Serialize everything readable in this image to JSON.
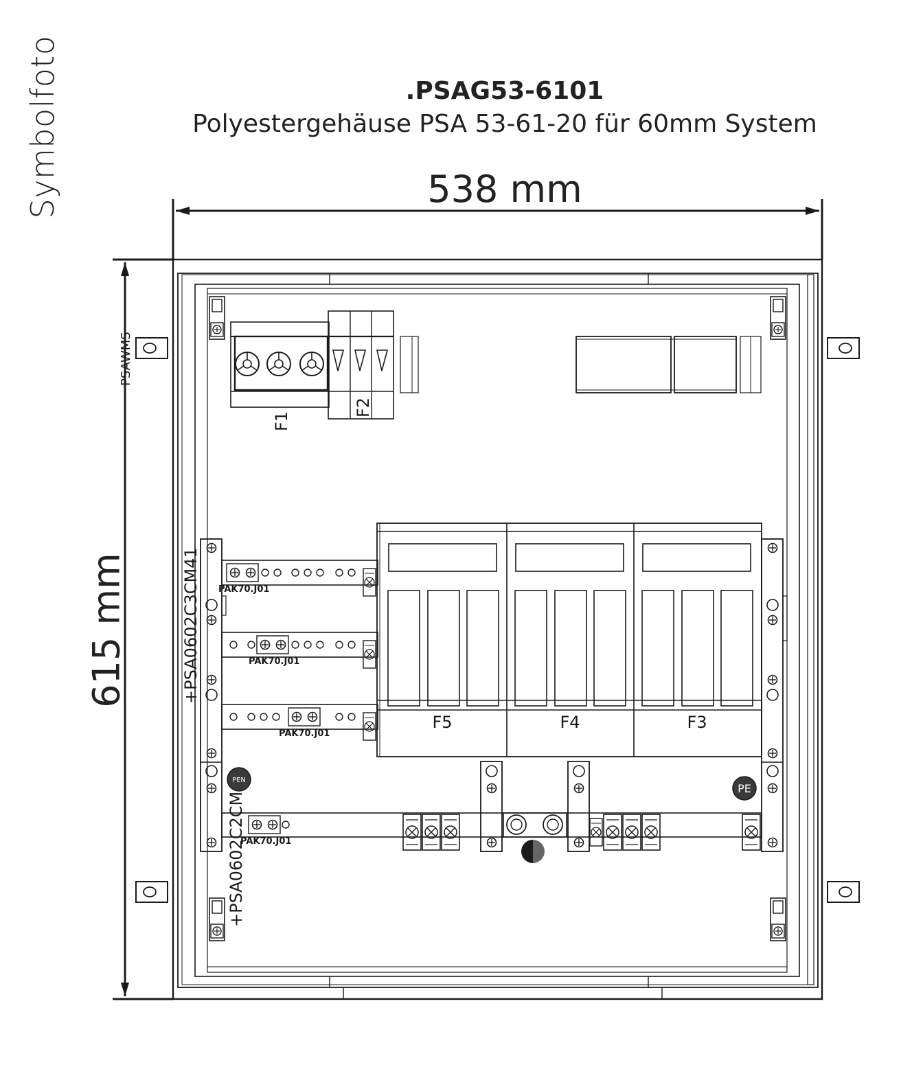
{
  "side_label": "Symbolfoto",
  "product": {
    "code": ".PSAG53-6101",
    "description": "Polyestergehäuse PSA 53-61-20 für 60mm System"
  },
  "dimensions": {
    "width_label": "538 mm",
    "height_label": "615 mm"
  },
  "components": {
    "f1": "F1",
    "f2": "F2",
    "f3": "F3",
    "f4": "F4",
    "f5": "F5",
    "rail_label": "PSAWMS",
    "busbar_top": "+PSA0602C3CM41",
    "busbar_bottom": "+PSA0602C2CM",
    "pak": "PAK70.J01",
    "pen": "PEN",
    "pe": "PE"
  }
}
